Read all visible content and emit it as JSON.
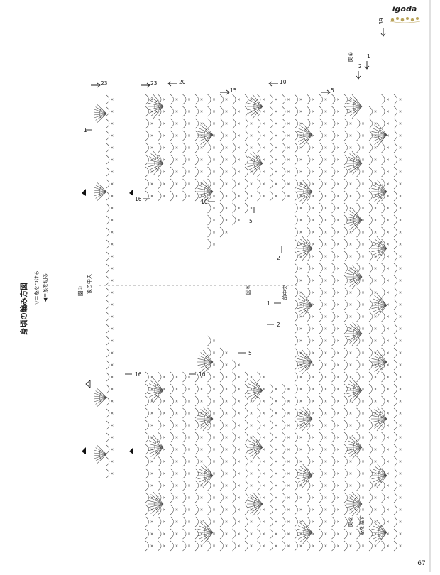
{
  "header": {
    "brand": "igoda",
    "page_number": "67"
  },
  "title": "身頃の編み方図",
  "legend": {
    "join_label": "▽＝糸をつける",
    "cut_label": "◀＝糸を切る"
  },
  "figures": {
    "fig1": "図①",
    "fig2": "図②",
    "fig3": "図③",
    "fig4": "図④"
  },
  "annotations": {
    "back_center": "後ろ中央",
    "front_center": "前中央",
    "leave_yarn": "糸を渡す"
  },
  "row_labels": {
    "r39": "39",
    "r23a": "23",
    "r23b": "23",
    "r20": "20",
    "r15": "15",
    "r10a": "10",
    "r5a": "5",
    "r2a": "2",
    "r1a": "1",
    "r1b": "1",
    "r16a": "16",
    "r10b": "10",
    "r5b": "5",
    "r2b": "2",
    "r1c": "1",
    "r2c": "2",
    "r5c": "5",
    "r10c": "10",
    "r16b": "16"
  },
  "colors": {
    "ink": "#222222",
    "brand": "#333333",
    "accent_flowers": "#b9a35a"
  }
}
